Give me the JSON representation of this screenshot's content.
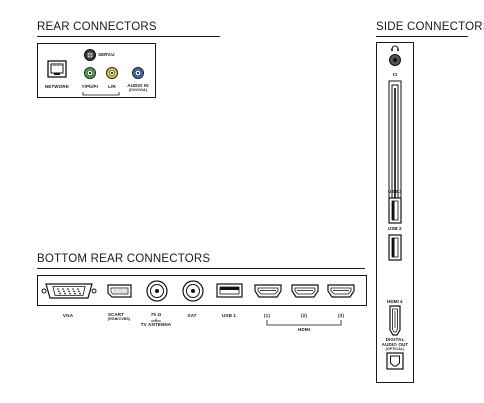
{
  "rear": {
    "title": "REAR CONNECTORS",
    "labels": {
      "svhs": "SERV.U",
      "network": "NETWORK",
      "ypbpr": "Y/Pb/Pr",
      "lr": "L/R",
      "audio_in": "AUDIO IN",
      "audio_in_sub": "(DVI/VGA)"
    }
  },
  "side": {
    "title": "SIDE CONNECTORS",
    "labels": {
      "ci": "CI",
      "usb3": "USB 3",
      "usb2": "USB 2",
      "hdmi4": "HDMI 4",
      "digital_audio": "DIGITAL AUDIO OUT",
      "digital_audio_sub": "(OPTICAL)"
    }
  },
  "bottom": {
    "title": "BOTTOM REAR CONNECTORS",
    "labels": {
      "vga": "VGA",
      "scart": "SCART",
      "scart_sub": "(RGB/CVBS)",
      "antenna_ohm": "75 Ω",
      "tv_antenna": "TV ANTENNA",
      "sat": "SAT",
      "usb1": "USB 1",
      "hdmi1": "(1)",
      "hdmi2": "(2)",
      "hdmi3": "(3)",
      "hdmi": "HDMI"
    }
  }
}
